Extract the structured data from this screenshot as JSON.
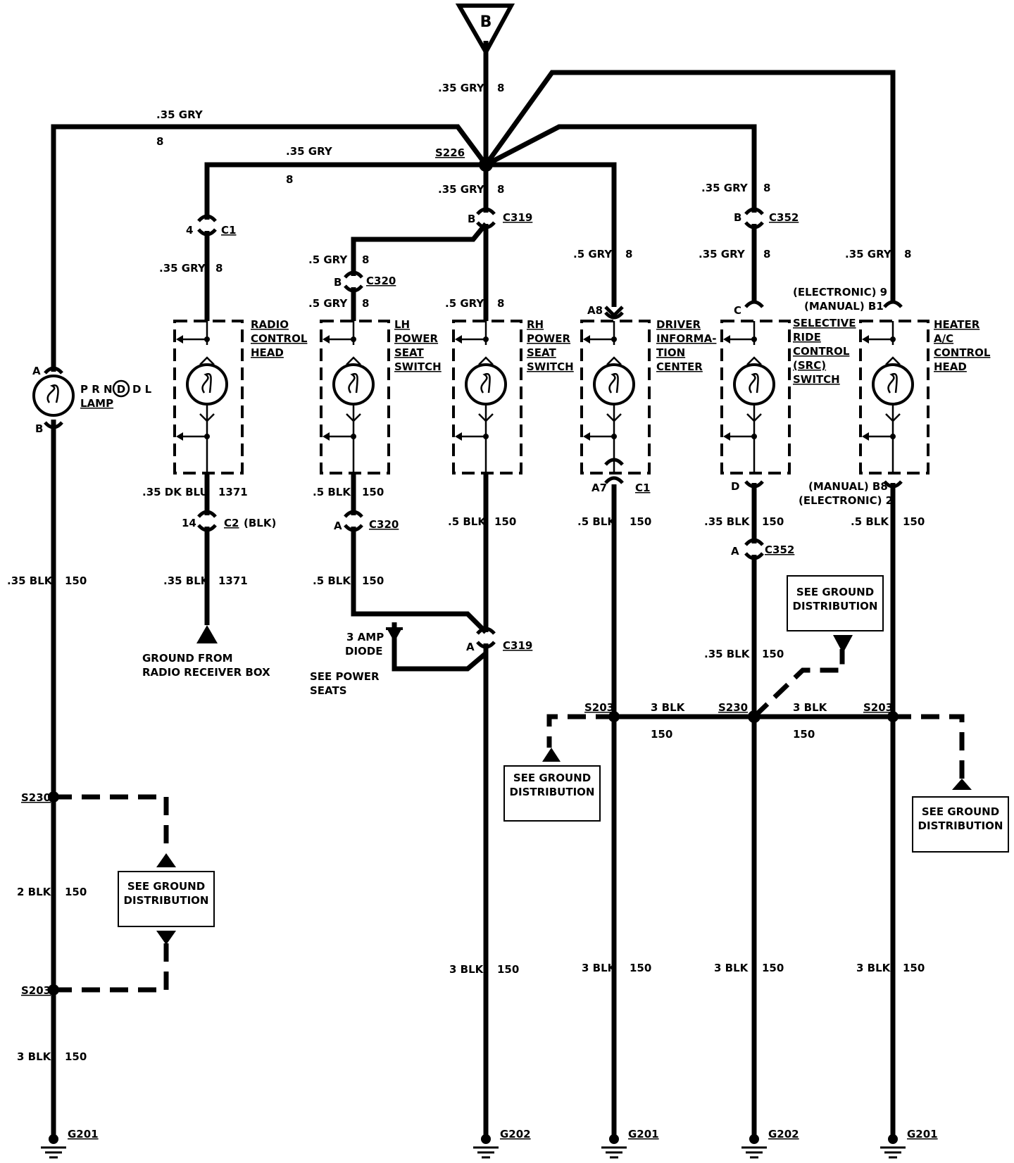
{
  "source": {
    "label": "B"
  },
  "splices": {
    "s226": "S226",
    "s230_right": "S230",
    "s203_mid": "S203",
    "s203_right": "S203",
    "s230_left": "S230",
    "s203_left": "S203"
  },
  "wire_labels": {
    "trunk_top": [
      ".35 GRY",
      "8"
    ],
    "prnd_top": [
      ".35 GRY",
      "8"
    ],
    "radio_top": [
      ".35 GRY",
      "8"
    ],
    "c319_top": [
      ".35 GRY",
      "8"
    ],
    "src_top": [
      ".35 GRY",
      "8"
    ],
    "src_mid": [
      ".35 GRY",
      "8"
    ],
    "heater_top": [
      ".35 GRY",
      "8"
    ],
    "dic_top": [
      ".5 GRY",
      "8"
    ],
    "radio_mid": [
      ".35 GRY",
      "8"
    ],
    "lh_upper": [
      ".5 GRY",
      "8"
    ],
    "lh_lower": [
      ".5 GRY",
      "8"
    ],
    "rh_in": [
      ".5 GRY",
      "8"
    ],
    "radio_out1": [
      ".35 DK BLU",
      "1371"
    ],
    "radio_out2": [
      ".35 BLK",
      "1371"
    ],
    "lh_out1": [
      ".5 BLK",
      "150"
    ],
    "lh_out2": [
      ".5 BLK",
      "150"
    ],
    "rh_out": [
      ".5 BLK",
      "150"
    ],
    "dic_out": [
      ".5 BLK",
      "150"
    ],
    "src_out": [
      ".35 BLK",
      "150"
    ],
    "src_out2": [
      ".35 BLK",
      "150"
    ],
    "heater_out": [
      ".5 BLK",
      "150"
    ],
    "prnd_out": [
      ".35 BLK",
      "150"
    ],
    "left_mid": [
      "2 BLK",
      "150"
    ],
    "left_low": [
      "3 BLK",
      "150"
    ],
    "rh_low": [
      "3 BLK",
      "150"
    ],
    "dic_low": [
      "3 BLK",
      "150"
    ],
    "src_low": [
      "3 BLK",
      "150"
    ],
    "heater_low": [
      "3 BLK",
      "150"
    ],
    "bus_left": [
      "3 BLK",
      "150"
    ],
    "bus_right": [
      "3 BLK",
      "150"
    ]
  },
  "connectors": {
    "c1_radio": {
      "pin": "4",
      "name": "C1"
    },
    "c319_top": {
      "pin": "B",
      "name": "C319"
    },
    "c320_top": {
      "pin": "B",
      "name": "C320"
    },
    "c352_top": {
      "pin": "B",
      "name": "C352"
    },
    "c2_radio": {
      "pin": "14",
      "name": "C2",
      "extra": "(BLK)"
    },
    "c320_low": {
      "pin": "A",
      "name": "C320"
    },
    "c319_low": {
      "pin": "A",
      "name": "C319"
    },
    "c352_low": {
      "pin": "A",
      "name": "C352"
    },
    "c1_dic": {
      "pin": "A7",
      "name": "C1"
    },
    "dic_in_pin": "A8",
    "src_in_pin": "C",
    "src_out_pin": "D",
    "prnd_in_pin": "A",
    "prnd_out_pin": "B",
    "heater_in": [
      "(ELECTRONIC) 9",
      "(MANUAL) B1"
    ],
    "heater_out": [
      "(MANUAL) B8",
      "(ELECTRONIC) 2"
    ]
  },
  "components": {
    "prnd": {
      "line1": "P R N",
      "circled": "D",
      "line1b": "D L",
      "line2": "LAMP"
    },
    "radio": [
      "RADIO",
      "CONTROL",
      "HEAD"
    ],
    "lh_seat": [
      "LH",
      "POWER",
      "SEAT",
      "SWITCH"
    ],
    "rh_seat": [
      "RH",
      "POWER",
      "SEAT",
      "SWITCH"
    ],
    "dic": [
      "DRIVER",
      "INFORMA-",
      "TION",
      "CENTER"
    ],
    "src": [
      "SELECTIVE",
      "RIDE",
      "CONTROL",
      "(SRC)",
      "SWITCH"
    ],
    "heater": [
      "HEATER",
      "A/C",
      "CONTROL",
      "HEAD"
    ]
  },
  "notes": {
    "radio_ground": [
      "GROUND FROM",
      "RADIO RECEIVER BOX"
    ],
    "diode": [
      "3 AMP",
      "DIODE"
    ],
    "power_seats": [
      "SEE POWER",
      "SEATS"
    ],
    "ground_top": [
      "SEE GROUND",
      "DISTRIBUTION"
    ],
    "ground_mid": [
      "SEE GROUND",
      "DISTRIBUTION"
    ],
    "ground_right": [
      "SEE GROUND",
      "DISTRIBUTION"
    ],
    "ground_left": [
      "SEE GROUND",
      "DISTRIBUTION"
    ]
  },
  "grounds": [
    "G201",
    "G202",
    "G201",
    "G202",
    "G201"
  ]
}
